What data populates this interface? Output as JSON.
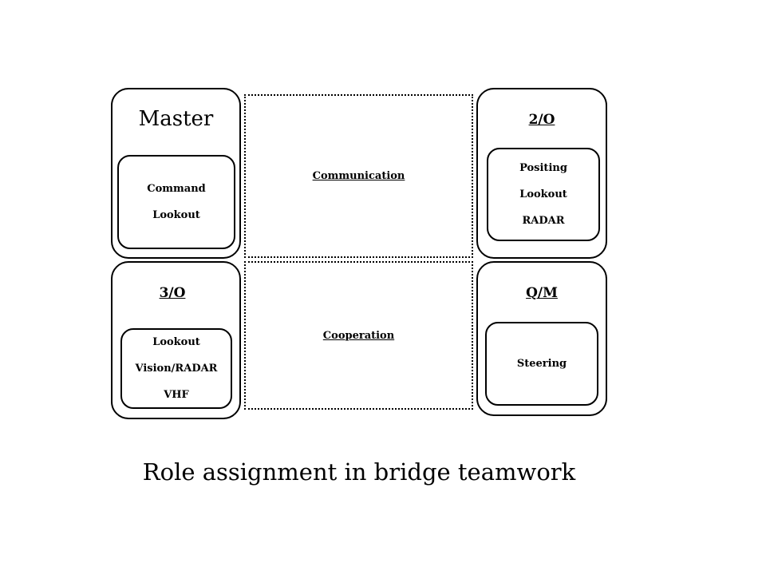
{
  "master": {
    "title": "Master",
    "duties": [
      "Command",
      "Lookout"
    ]
  },
  "second_officer": {
    "title": "2/O",
    "duties": [
      "Positing",
      "Lookout",
      "RADAR"
    ]
  },
  "third_officer": {
    "title": "3/O",
    "duties": [
      "Lookout",
      "Vision/RADAR",
      "VHF"
    ]
  },
  "quartermaster": {
    "title": "Q/M",
    "duties": [
      "Steering"
    ]
  },
  "links": {
    "top": "Communication",
    "bottom": "Cooperation"
  },
  "caption": "Role assignment in bridge teamwork"
}
